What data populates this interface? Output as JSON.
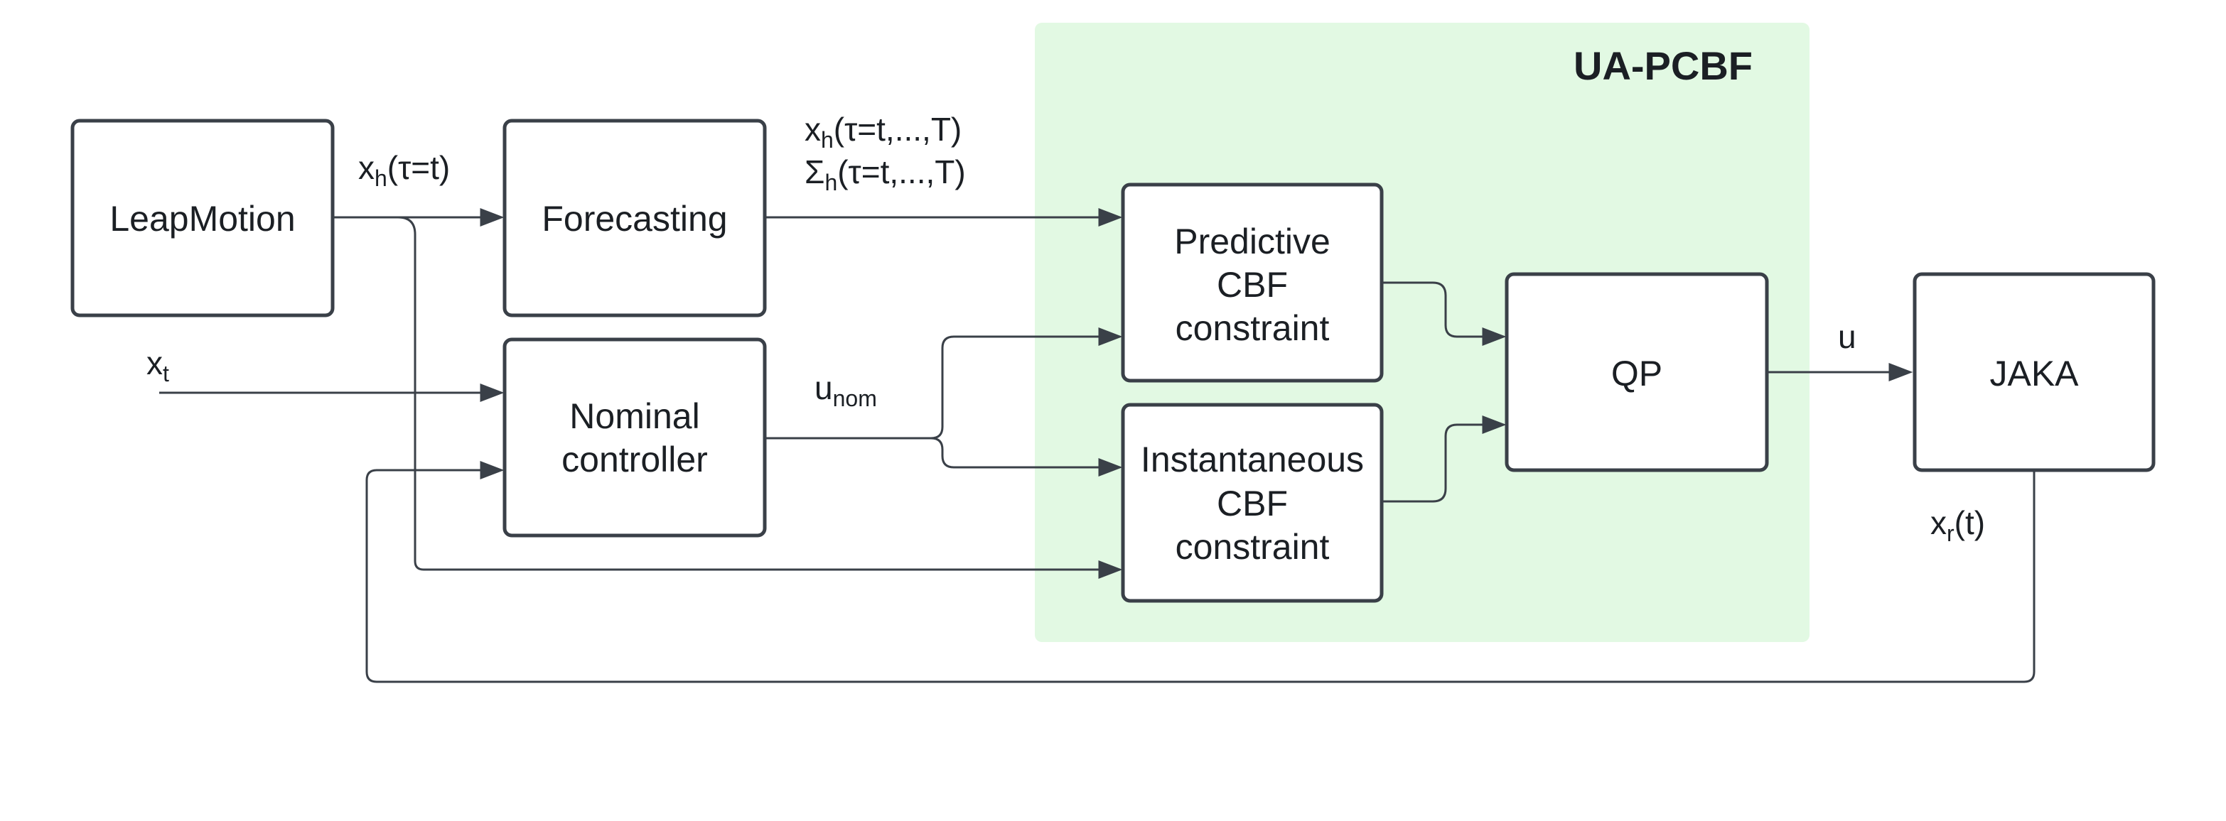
{
  "region": {
    "title": "UA-PCBF",
    "fill_color": "#e2f9e3"
  },
  "blocks": {
    "leapmotion": {
      "label": "LeapMotion"
    },
    "forecasting": {
      "label": "Forecasting"
    },
    "nominal": {
      "line1": "Nominal",
      "line2": "controller"
    },
    "predictive": {
      "line1": "Predictive",
      "line2": "CBF",
      "line3": "constraint"
    },
    "instantaneous": {
      "line1": "Instantaneous",
      "line2": "CBF",
      "line3": "constraint"
    },
    "qp": {
      "label": "QP"
    },
    "jaka": {
      "label": "JAKA"
    }
  },
  "signals": {
    "xh_now": {
      "base": "x",
      "sub": "h",
      "rest": "(τ=t)"
    },
    "xt": {
      "base": "x",
      "sub": "t",
      "rest": ""
    },
    "xh_horizon": {
      "base": "x",
      "sub": "h",
      "rest": "(τ=t,...,T)"
    },
    "sigma_horizon": {
      "base": "Σ",
      "sub": "h",
      "rest": "(τ=t,...,T)"
    },
    "unom": {
      "base": "u",
      "sub": "nom",
      "rest": ""
    },
    "u": {
      "base": "u",
      "sub": "",
      "rest": ""
    },
    "xr": {
      "base": "x",
      "sub": "r",
      "rest": "(t)"
    }
  },
  "colors": {
    "block_stroke": "#3a4048",
    "wire": "#3a4048",
    "text": "#1b1f24"
  }
}
